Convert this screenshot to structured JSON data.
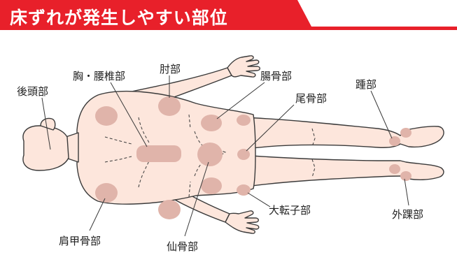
{
  "banner": {
    "title": "床ずれが発生しやすい部位",
    "color": "#e8202a"
  },
  "colors": {
    "skin": "#fde6dc",
    "outline": "#3a3a3a",
    "spot": "#e0b4aa",
    "leader": "#3a3a3a"
  },
  "labels": {
    "occiput": "後頭部",
    "chest_lumbar": "胸・腰椎部",
    "elbow": "肘部",
    "iliac": "腸骨部",
    "coccyx": "尾骨部",
    "heel": "踵部",
    "scapula": "肩甲骨部",
    "sacrum": "仙骨部",
    "trochanter": "大転子部",
    "malleolus": "外踝部"
  }
}
